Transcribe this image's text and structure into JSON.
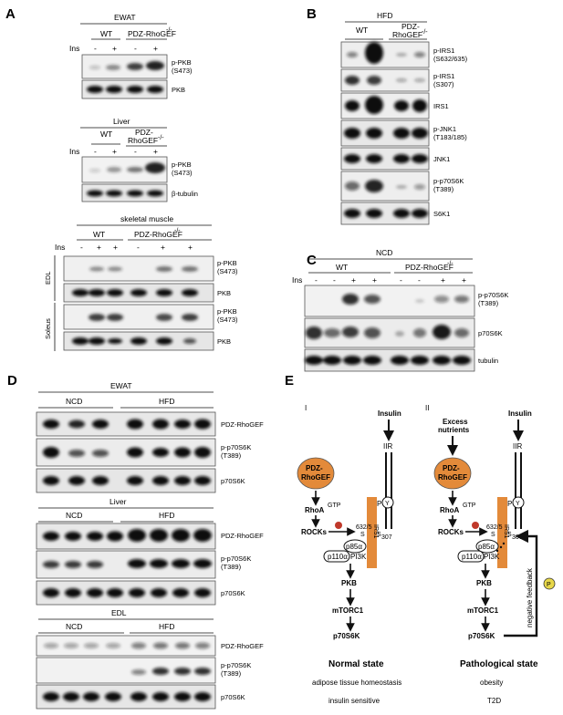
{
  "panel_letters": {
    "a": "A",
    "b": "B",
    "c": "C",
    "d": "D",
    "e": "E"
  },
  "panel_a": {
    "ewat": {
      "title": "EWAT",
      "wt": "WT",
      "ko": "PDZ-RhoGEF",
      "ko_sup": "-/-",
      "ins": "Ins",
      "signs": [
        "-",
        "+",
        "-",
        "+"
      ],
      "rows": [
        "p-PKB (S473)",
        "PKB"
      ]
    },
    "liver": {
      "title": "Liver",
      "wt": "WT",
      "ko_line1": "PDZ-",
      "ko_line2": "RhoGEF",
      "ko_sup": "-/-",
      "ins": "Ins",
      "signs": [
        "-",
        "+",
        "-",
        "+"
      ],
      "rows": [
        "p-PKB (S473)",
        "β-tubulin"
      ]
    },
    "muscle": {
      "title": "skeletal muscle",
      "wt": "WT",
      "ko": "PDZ-RhoGEF",
      "ko_sup": "-/-",
      "ins": "Ins",
      "signs": [
        "-",
        "+",
        "+",
        "-",
        "+",
        "+"
      ],
      "side_edl": "EDL",
      "side_soleus": "Soleus",
      "rows": [
        "p-PKB (S473)",
        "PKB",
        "p-PKB (S473)",
        "PKB"
      ]
    }
  },
  "panel_b": {
    "title": "HFD",
    "wt": "WT",
    "ko_line1": "PDZ-",
    "ko_line2": "RhoGEF",
    "ko_sup": "-/-",
    "rows": [
      "p-IRS1 (S632/635)",
      "p-IRS1 (S307)",
      "IRS1",
      "p-JNK1 (T183/185)",
      "JNK1",
      "p-p70S6K (T389)",
      "S6K1"
    ]
  },
  "panel_c": {
    "title": "NCD",
    "wt": "WT",
    "ko": "PDZ-RhoGEF",
    "ko_sup": "-/-",
    "ins": "Ins",
    "signs": [
      "-",
      "-",
      "+",
      "+",
      "-",
      "-",
      "+",
      "+"
    ],
    "rows": [
      "p-p70S6K (T389)",
      "p70S6K",
      "tubulin"
    ]
  },
  "panel_d": {
    "ewat": {
      "title": "EWAT",
      "ncd": "NCD",
      "hfd": "HFD",
      "rows": [
        "PDZ-RhoGEF",
        "p-p70S6K (T389)",
        "p70S6K"
      ]
    },
    "liver": {
      "title": "Liver",
      "ncd": "NCD",
      "hfd": "HFD",
      "rows": [
        "PDZ-RhoGEF",
        "p-p70S6K (T389)",
        "p70S6K"
      ]
    },
    "edl": {
      "title": "EDL",
      "ncd": "NCD",
      "hfd": "HFD",
      "rows": [
        "PDZ-RhoGEF",
        "p-p70S6K (T389)",
        "p70S6K"
      ]
    }
  },
  "panel_e": {
    "roman_1": "I",
    "roman_2": "II",
    "insulin": "Insulin",
    "iir": "IIR",
    "excess": [
      "Excess",
      "nutrients"
    ],
    "pdz": [
      "PDZ-",
      "RhoGEF"
    ],
    "rhoa": "RhoA",
    "gtp": "GTP",
    "rocks": "ROCKs",
    "irs1": "IRS1",
    "p": "P",
    "y": "Y",
    "s632": "632/5",
    "s": "S",
    "s307": "307",
    "p85": "p85α",
    "p110": "p110α",
    "pi3k": "PI3K",
    "pkb": "PKB",
    "mtorc1": "mTORC1",
    "p70s6k": "p70S6K",
    "feedback": "negative feedback",
    "normal": {
      "title": "Normal state",
      "line1": "adipose tissue homeostasis",
      "line2": "insulin sensitive"
    },
    "path": {
      "title": "Pathological state",
      "line1": "obesity",
      "line2": "T2D"
    },
    "colors": {
      "orange": "#e38a3a",
      "red": "#c0392b"
    }
  }
}
